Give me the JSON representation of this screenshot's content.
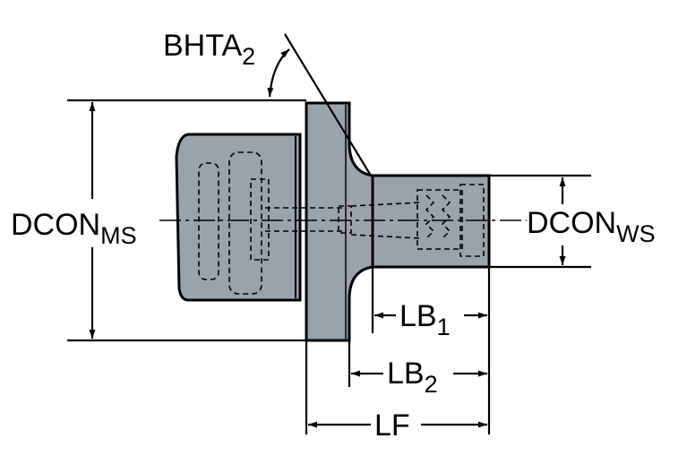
{
  "labels": {
    "bhta2": {
      "main": "BHTA",
      "sub": "2"
    },
    "dcon_ms": {
      "main": "DCON",
      "sub": "MS"
    },
    "dcon_ws": {
      "main": "DCON",
      "sub": "WS"
    },
    "lb1": {
      "main": "LB",
      "sub": "1"
    },
    "lb2": {
      "main": "LB",
      "sub": "2"
    },
    "lf": {
      "main": "LF"
    }
  },
  "colors": {
    "body_fill": "#9aa3ab",
    "line": "#000000",
    "background": "#ffffff"
  }
}
